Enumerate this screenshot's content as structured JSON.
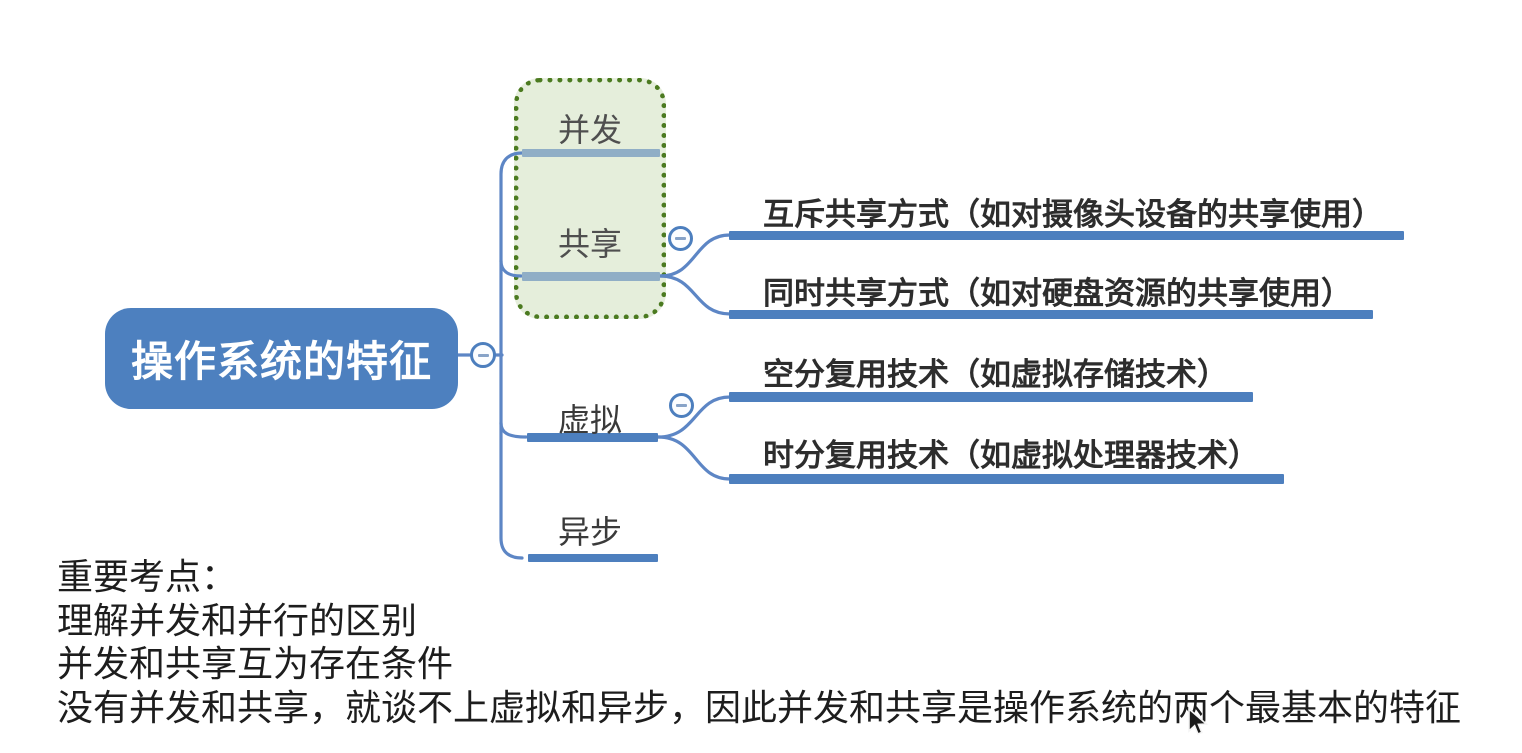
{
  "palette": {
    "node_blue": "#4d80bf",
    "connector_blue": "#5d86c5",
    "underline_blue": "#4d7fbe",
    "underline_grayblue": "#90aec6",
    "group_fill_green": "#e5eedb",
    "group_border_green": "#4b7a20"
  },
  "mindmap": {
    "root": {
      "label": "操作系统的特征"
    },
    "branches": [
      {
        "label": "并发"
      },
      {
        "label": "共享",
        "children": [
          {
            "label": "互斥共享方式（如对摄像头设备的共享使用）"
          },
          {
            "label": "同时共享方式（如对硬盘资源的共享使用）"
          }
        ]
      },
      {
        "label": "虚拟",
        "children": [
          {
            "label": "空分复用技术（如虚拟存储技术）"
          },
          {
            "label": "时分复用技术（如虚拟处理器技术）"
          }
        ]
      },
      {
        "label": "异步"
      }
    ],
    "collapse_symbol": "−"
  },
  "notes": {
    "lines": [
      "重要考点：",
      "理解并发和并行的区别",
      "并发和共享互为存在条件",
      "没有并发和共享，就谈不上虚拟和异步，因此并发和共享是操作系统的两个最基本的特征"
    ]
  }
}
